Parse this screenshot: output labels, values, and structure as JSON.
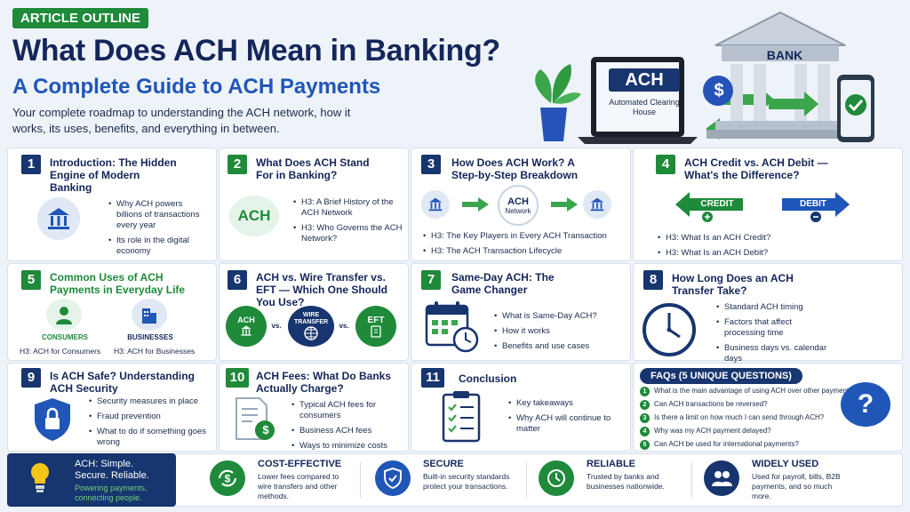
{
  "header": {
    "badge": "ARTICLE OUTLINE",
    "title": "What Does ACH Mean in Banking?",
    "subtitle": "A Complete Guide to ACH Payments",
    "intro": "Your complete roadmap to understanding the ACH network, how it works, its uses, benefits, and everything in between."
  },
  "hero": {
    "laptop_badge": "ACH",
    "laptop_caption": "Automated Clearing House",
    "bank_label": "BANK",
    "dollar": "$"
  },
  "sections": [
    {
      "num": "1",
      "title": "Introduction: The Hidden Engine of Modern Banking",
      "bullets": [
        "Why ACH powers billions of transactions every year",
        "Its role in the digital economy"
      ]
    },
    {
      "num": "2",
      "title": "What Does ACH Stand For in Banking?",
      "icon_text": "ACH",
      "bullets": [
        "H3: A Brief History of the ACH Network",
        "H3: Who Governs the ACH Network?"
      ]
    },
    {
      "num": "3",
      "title": "How Does ACH Work? A Step-by-Step Breakdown",
      "icon_text": "ACH",
      "icon_sub": "Network",
      "bullets": [
        "H3: The Key Players in Every ACH Transaction",
        "H3: The ACH Transaction Lifecycle"
      ]
    },
    {
      "num": "4",
      "title": "ACH Credit vs. ACH Debit — What's the Difference?",
      "credit": "CREDIT",
      "debit": "DEBIT",
      "bullets": [
        "H3: What Is an ACH Credit?",
        "H3: What Is an ACH Debit?"
      ]
    },
    {
      "num": "5",
      "title": "Common Uses of ACH Payments in Everyday Life",
      "consumers": "CONSUMERS",
      "businesses": "BUSINESSES",
      "h3_consumers": "H3: ACH for Consumers",
      "h3_businesses": "H3: ACH for Businesses"
    },
    {
      "num": "6",
      "title": "ACH vs. Wire Transfer vs. EFT — Which One Should You Use?",
      "ach": "ACH",
      "wire": "WIRE TRANSFER",
      "eft": "EFT",
      "vs": "vs."
    },
    {
      "num": "7",
      "title": "Same-Day ACH: The Game Changer",
      "bullets": [
        "What is Same-Day ACH?",
        "How it works",
        "Benefits and use cases"
      ]
    },
    {
      "num": "8",
      "title": "How Long Does an ACH Transfer Take?",
      "bullets": [
        "Standard ACH timing",
        "Factors that affect processing time",
        "Business days vs. calendar days"
      ]
    },
    {
      "num": "9",
      "title": "Is ACH Safe? Understanding ACH Security",
      "bullets": [
        "Security measures in place",
        "Fraud prevention",
        "What to do if something goes wrong"
      ]
    },
    {
      "num": "10",
      "title": "ACH Fees: What Do Banks Actually Charge?",
      "dollar": "$",
      "bullets": [
        "Typical ACH fees for consumers",
        "Business ACH fees",
        "Ways to minimize costs"
      ]
    },
    {
      "num": "11",
      "title": "Conclusion",
      "bullets": [
        "Key takeaways",
        "Why ACH will continue to matter"
      ]
    }
  ],
  "faq": {
    "heading": "FAQs (5 UNIQUE QUESTIONS)",
    "items": [
      {
        "n": "1",
        "q": "What is the main advantage of using ACH over other payment methods?"
      },
      {
        "n": "2",
        "q": "Can ACH transactions be reversed?"
      },
      {
        "n": "3",
        "q": "Is there a limit on how much I can send through ACH?"
      },
      {
        "n": "4",
        "q": "Why was my ACH payment delayed?"
      },
      {
        "n": "5",
        "q": "Can ACH be used for international payments?"
      }
    ],
    "icon": "?"
  },
  "footer": {
    "brand_line1": "ACH: Simple.",
    "brand_line2": "Secure. Reliable.",
    "brand_tag1": "Powering payments,",
    "brand_tag2": "connecting people.",
    "features": [
      {
        "title": "COST-EFFECTIVE",
        "desc": "Lower fees compared to wire transfers and other methods."
      },
      {
        "title": "SECURE",
        "desc": "Built-in security standards protect your transactions."
      },
      {
        "title": "RELIABLE",
        "desc": "Trusted by banks and businesses nationwide."
      },
      {
        "title": "WIDELY USED",
        "desc": "Used for payroll, bills, B2B payments, and so much more."
      }
    ]
  },
  "colors": {
    "navy": "#14265a",
    "blue": "#1f56b8",
    "green": "#1e8a3a",
    "bg": "#eef3f9"
  }
}
